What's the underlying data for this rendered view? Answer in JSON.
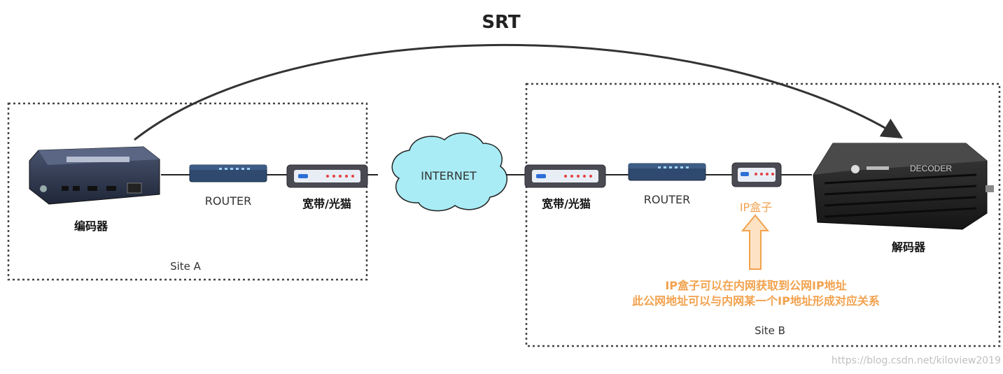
{
  "protocol": "SRT",
  "cloud": "INTERNET",
  "site_a": {
    "label": "Site A",
    "encoder": "编码器",
    "router": "ROUTER",
    "modem": "宽带/光猫"
  },
  "site_b": {
    "label": "Site B",
    "modem": "宽带/光猫",
    "router": "ROUTER",
    "ip_box": "IP盒子",
    "decoder": "解码器",
    "note_line1": "IP盒子可以在内网获取到公网IP地址",
    "note_line2": "此公网地址可以与内网某一个IP地址形成对应关系"
  },
  "decoder_brand_text": "DECODER",
  "watermark": "https://blog.csdn.net/kiloview2019",
  "colors": {
    "cloud_fill": "#a9ecf5",
    "ip_box_orange": "#f2a24e",
    "arrow_fill": "#fde3c4"
  }
}
